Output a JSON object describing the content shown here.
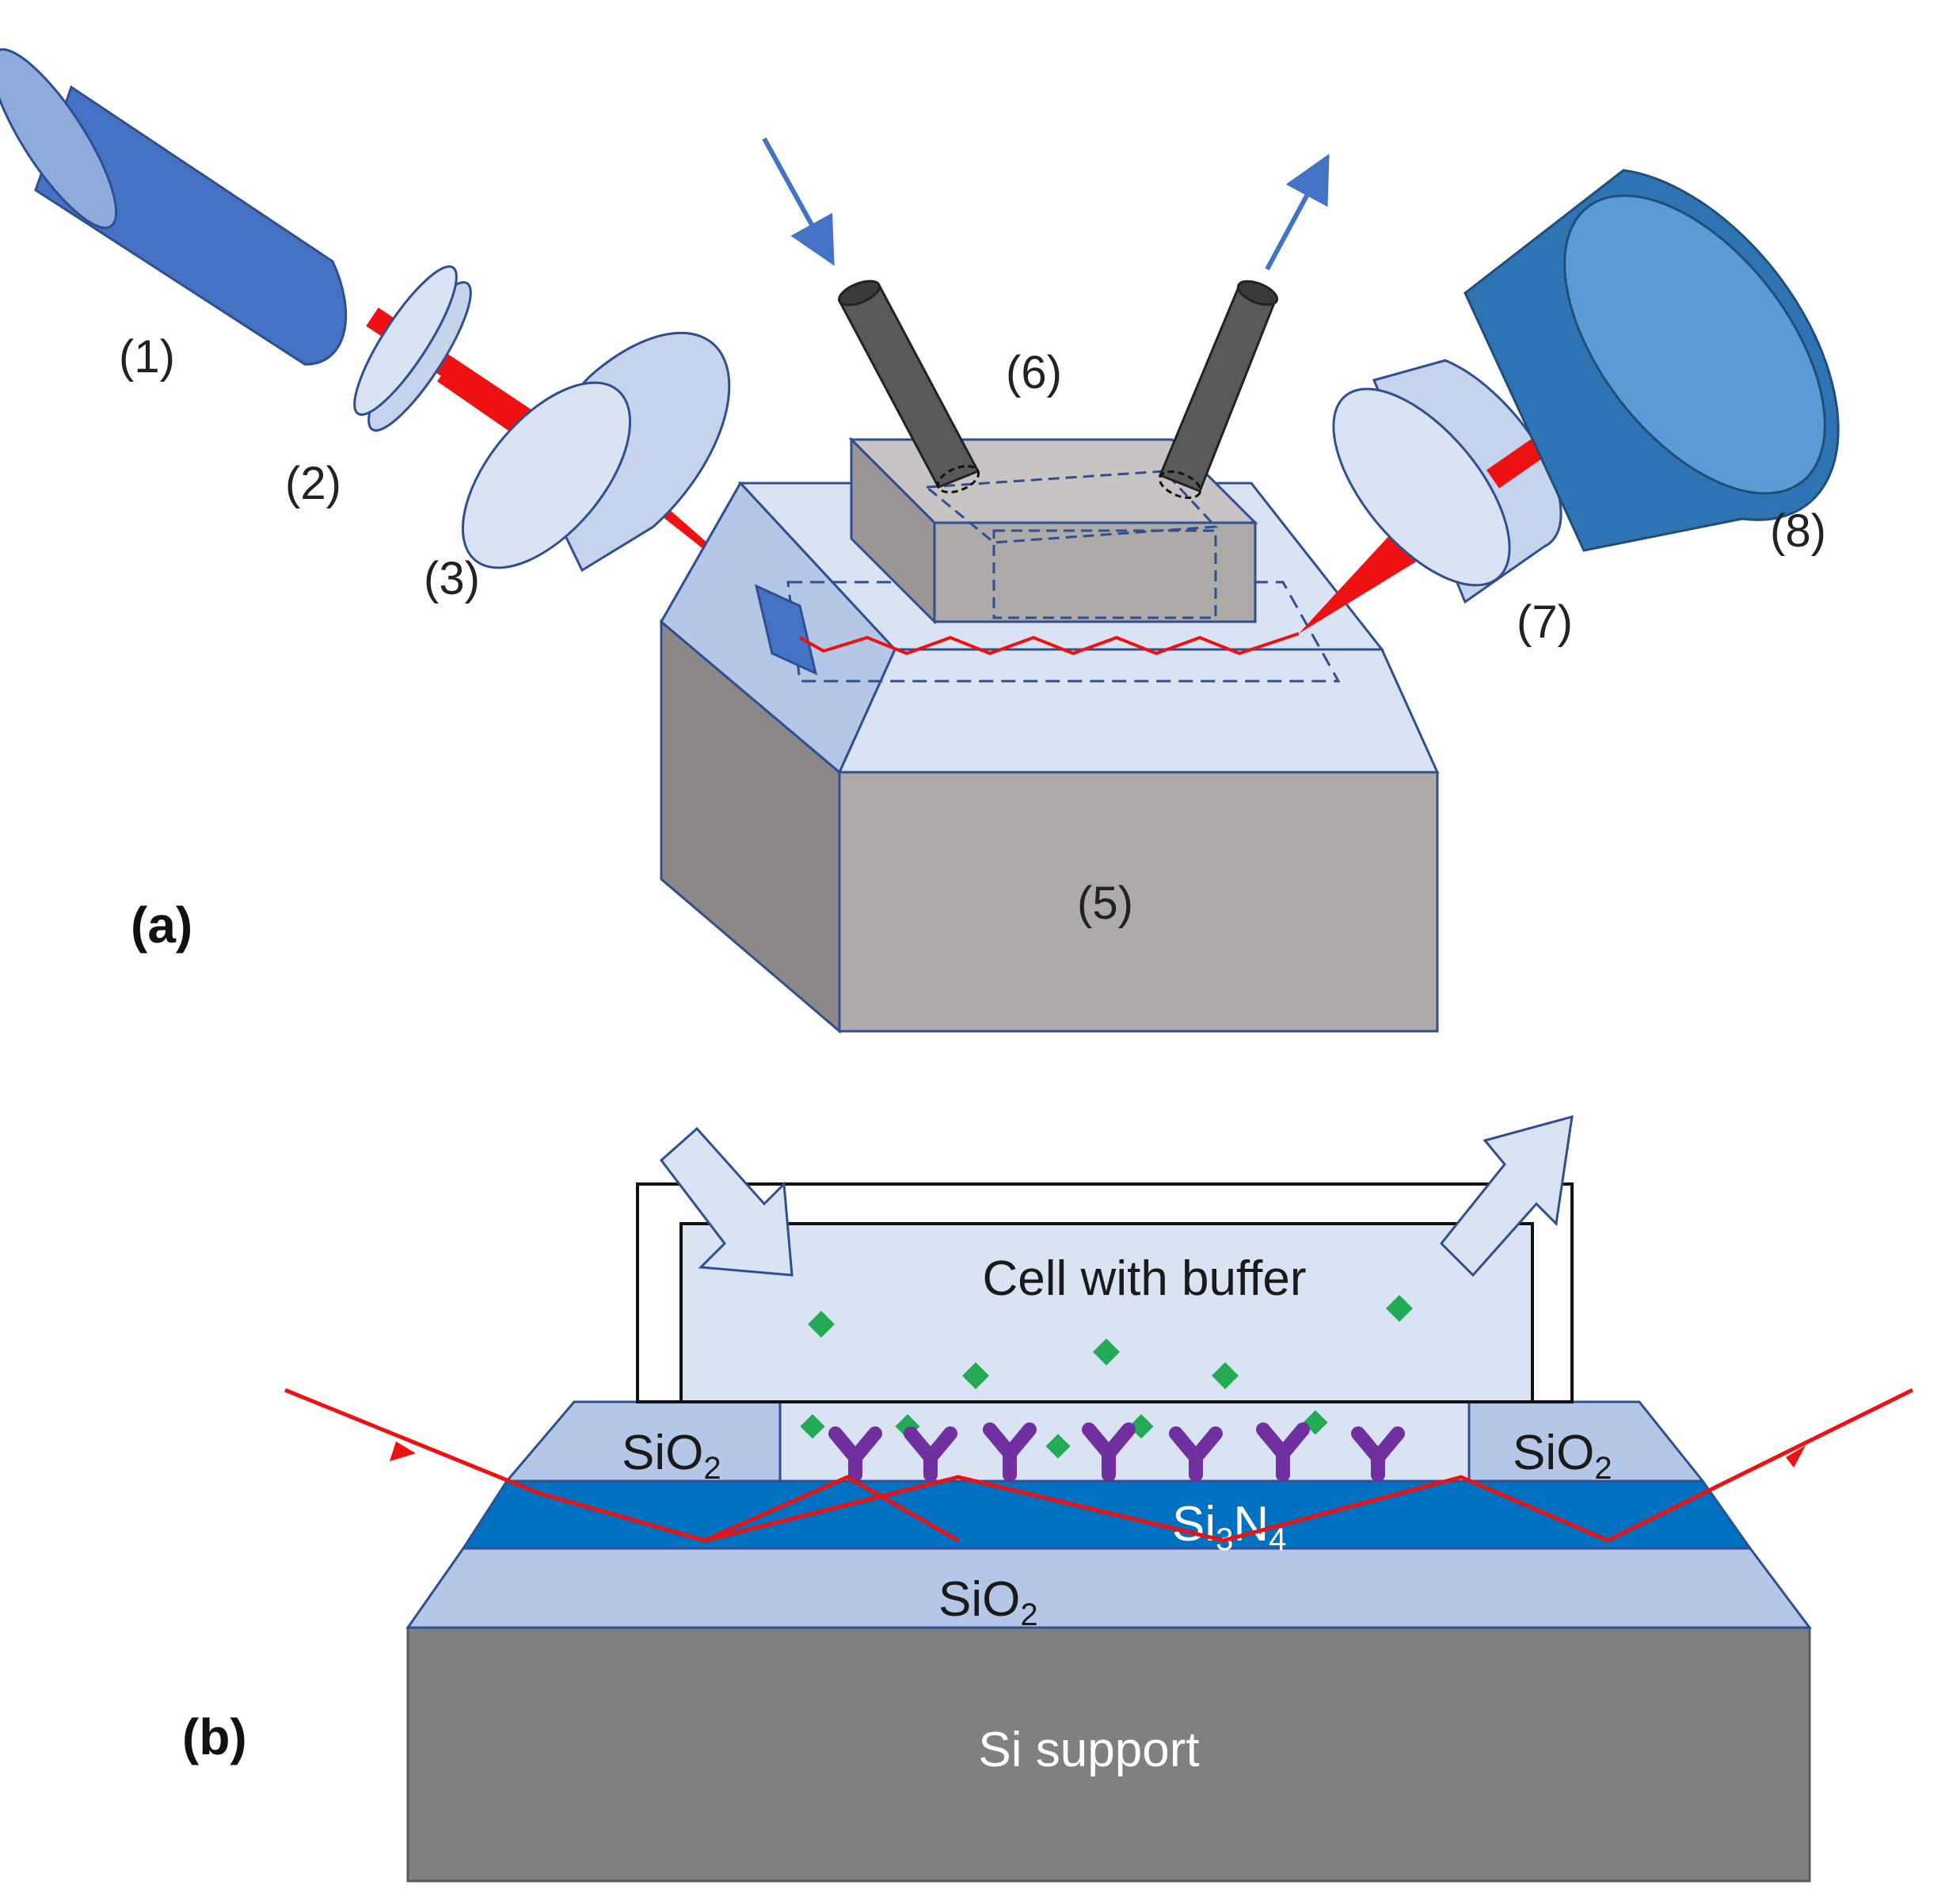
{
  "panel_a": {
    "label": "(a)",
    "components": {
      "c1": "(1)",
      "c2": "(2)",
      "c3": "(3)",
      "c5": "(5)",
      "c6": "(6)",
      "c7": "(7)",
      "c8": "(8)"
    }
  },
  "panel_b": {
    "label": "(b)",
    "cell_label": "Cell with buffer",
    "cladding": {
      "main": "SiO",
      "sub": "2"
    },
    "core": {
      "p1": "Si",
      "s1": "3",
      "p2": "N",
      "s2": "4"
    },
    "support": "Si support"
  },
  "colors": {
    "laser": "#ee1111",
    "device_blue": "#4472c4",
    "dark_blue": "#2e74b5",
    "optic_light": "#dae3f3",
    "block_gray": "#aeaaaa",
    "core_blue": "#0070c0",
    "cladding_blue": "#b4c7e7",
    "support_gray": "#808080",
    "analyte_green": "#22aa55",
    "antibody_purple": "#7030a0"
  }
}
